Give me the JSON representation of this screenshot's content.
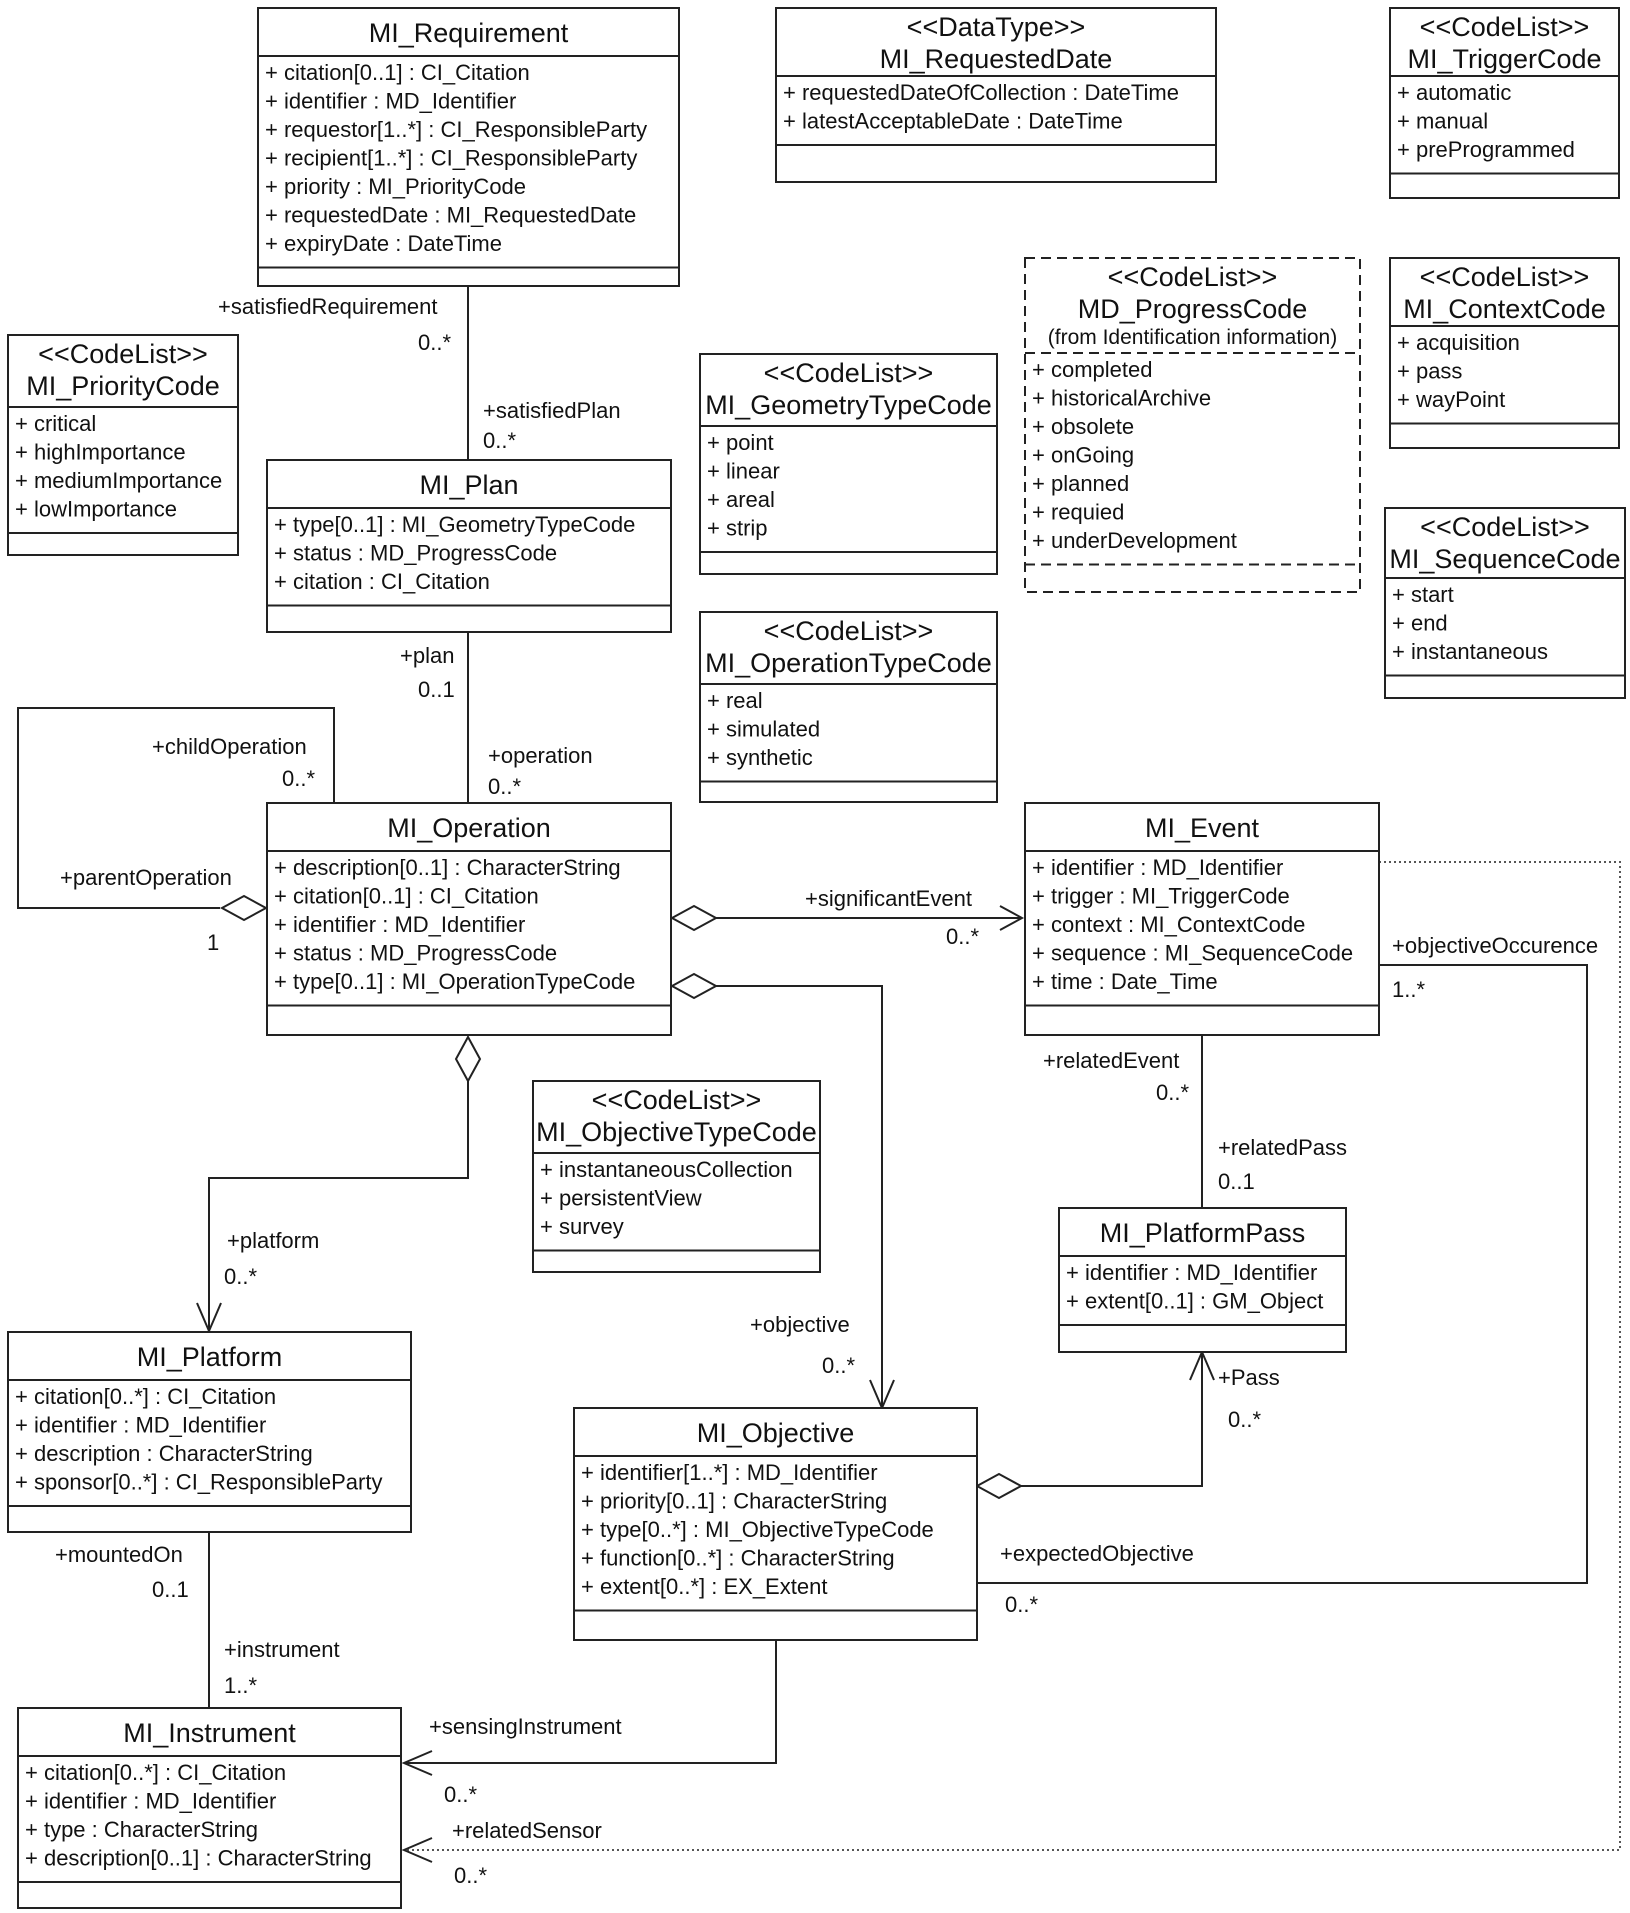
{
  "classes": {
    "requirement": {
      "name": "MI_Requirement",
      "attributes": [
        "+ citation[0..1] : CI_Citation",
        "+ identifier : MD_Identifier",
        "+ requestor[1..*] : CI_ResponsibleParty",
        "+ recipient[1..*] : CI_ResponsibleParty",
        "+ priority : MI_PriorityCode",
        "+ requestedDate : MI_RequestedDate",
        "+ expiryDate : DateTime"
      ]
    },
    "requestedDate": {
      "stereotype": "<<DataType>>",
      "name": "MI_RequestedDate",
      "attributes": [
        "+ requestedDateOfCollection : DateTime",
        "+ latestAcceptableDate : DateTime"
      ]
    },
    "triggerCode": {
      "stereotype": "<<CodeList>>",
      "name": "MI_TriggerCode",
      "attributes": [
        "+ automatic",
        "+ manual",
        "+ preProgrammed"
      ]
    },
    "progressCode": {
      "stereotype": "<<CodeList>>",
      "name": "MD_ProgressCode",
      "from": "(from Identification information)",
      "attributes": [
        "+ completed",
        "+ historicalArchive",
        "+ obsolete",
        "+ onGoing",
        "+ planned",
        "+ requied",
        "+ underDevelopment"
      ]
    },
    "contextCode": {
      "stereotype": "<<CodeList>>",
      "name": "MI_ContextCode",
      "attributes": [
        "+ acquisition",
        "+ pass",
        "+ wayPoint"
      ]
    },
    "priorityCode": {
      "stereotype": "<<CodeList>>",
      "name": "MI_PriorityCode",
      "attributes": [
        "+ critical",
        "+ highImportance",
        "+ mediumImportance",
        "+ lowImportance"
      ]
    },
    "geometryTypeCode": {
      "stereotype": "<<CodeList>>",
      "name": "MI_GeometryTypeCode",
      "attributes": [
        "+ point",
        "+ linear",
        "+ areal",
        "+ strip"
      ]
    },
    "sequenceCode": {
      "stereotype": "<<CodeList>>",
      "name": "MI_SequenceCode",
      "attributes": [
        "+ start",
        "+ end",
        "+ instantaneous"
      ]
    },
    "plan": {
      "name": "MI_Plan",
      "attributes": [
        "+ type[0..1] : MI_GeometryTypeCode",
        "+ status : MD_ProgressCode",
        "+ citation : CI_Citation"
      ]
    },
    "operationTypeCode": {
      "stereotype": "<<CodeList>>",
      "name": "MI_OperationTypeCode",
      "attributes": [
        "+ real",
        "+ simulated",
        "+ synthetic"
      ]
    },
    "operation": {
      "name": "MI_Operation",
      "attributes": [
        "+ description[0..1] : CharacterString",
        "+ citation[0..1] : CI_Citation",
        "+ identifier : MD_Identifier",
        "+ status : MD_ProgressCode",
        "+ type[0..1] : MI_OperationTypeCode"
      ]
    },
    "event": {
      "name": "MI_Event",
      "attributes": [
        "+ identifier : MD_Identifier",
        "+ trigger : MI_TriggerCode",
        "+ context : MI_ContextCode",
        "+ sequence : MI_SequenceCode",
        "+ time : Date_Time"
      ]
    },
    "objectiveTypeCode": {
      "stereotype": "<<CodeList>>",
      "name": "MI_ObjectiveTypeCode",
      "attributes": [
        "+ instantaneousCollection",
        "+ persistentView",
        "+ survey"
      ]
    },
    "platformPass": {
      "name": "MI_PlatformPass",
      "attributes": [
        "+ identifier : MD_Identifier",
        "+ extent[0..1] : GM_Object"
      ]
    },
    "platform": {
      "name": "MI_Platform",
      "attributes": [
        "+ citation[0..*] : CI_Citation",
        "+ identifier : MD_Identifier",
        "+ description : CharacterString",
        "+ sponsor[0..*] : CI_ResponsibleParty"
      ]
    },
    "objective": {
      "name": "MI_Objective",
      "attributes": [
        "+ identifier[1..*] : MD_Identifier",
        "+ priority[0..1] : CharacterString",
        "+ type[0..*] : MI_ObjectiveTypeCode",
        "+ function[0..*] : CharacterString",
        "+ extent[0..*] : EX_Extent"
      ]
    },
    "instrument": {
      "name": "MI_Instrument",
      "attributes": [
        "+ citation[0..*] : CI_Citation",
        "+ identifier : MD_Identifier",
        "+ type : CharacterString",
        "+ description[0..1] : CharacterString"
      ]
    }
  },
  "roles": {
    "satisfiedRequirement": "+satisfiedRequirement",
    "satisfiedRequirementMult": "0..*",
    "satisfiedPlan": "+satisfiedPlan",
    "satisfiedPlanMult": "0..*",
    "plan": "+plan",
    "planMult": "0..1",
    "operation": "+operation",
    "operationMult": "0..*",
    "childOperation": "+childOperation",
    "childOperationMult": "0..*",
    "parentOperation": "+parentOperation",
    "parentOperationMult": "1",
    "significantEvent": "+significantEvent",
    "significantEventMult": "0..*",
    "objectiveOccurence": "+objectiveOccurence",
    "objectiveOccurenceMult": "1..*",
    "relatedEvent": "+relatedEvent",
    "relatedEventMult": "0..*",
    "relatedPass": "+relatedPass",
    "relatedPassMult": "0..1",
    "platform": "+platform",
    "platformMult": "0..*",
    "objective": "+objective",
    "objectiveMult": "0..*",
    "pass": "+Pass",
    "passMult": "0..*",
    "expectedObjective": "+expectedObjective",
    "expectedObjectiveMult": "0..*",
    "mountedOn": "+mountedOn",
    "mountedOnMult": "0..1",
    "instrument": "+instrument",
    "instrumentMult": "1..*",
    "sensingInstrument": "+sensingInstrument",
    "sensingInstrumentMult": "0..*",
    "relatedSensor": "+relatedSensor",
    "relatedSensorMult": "0..*"
  }
}
